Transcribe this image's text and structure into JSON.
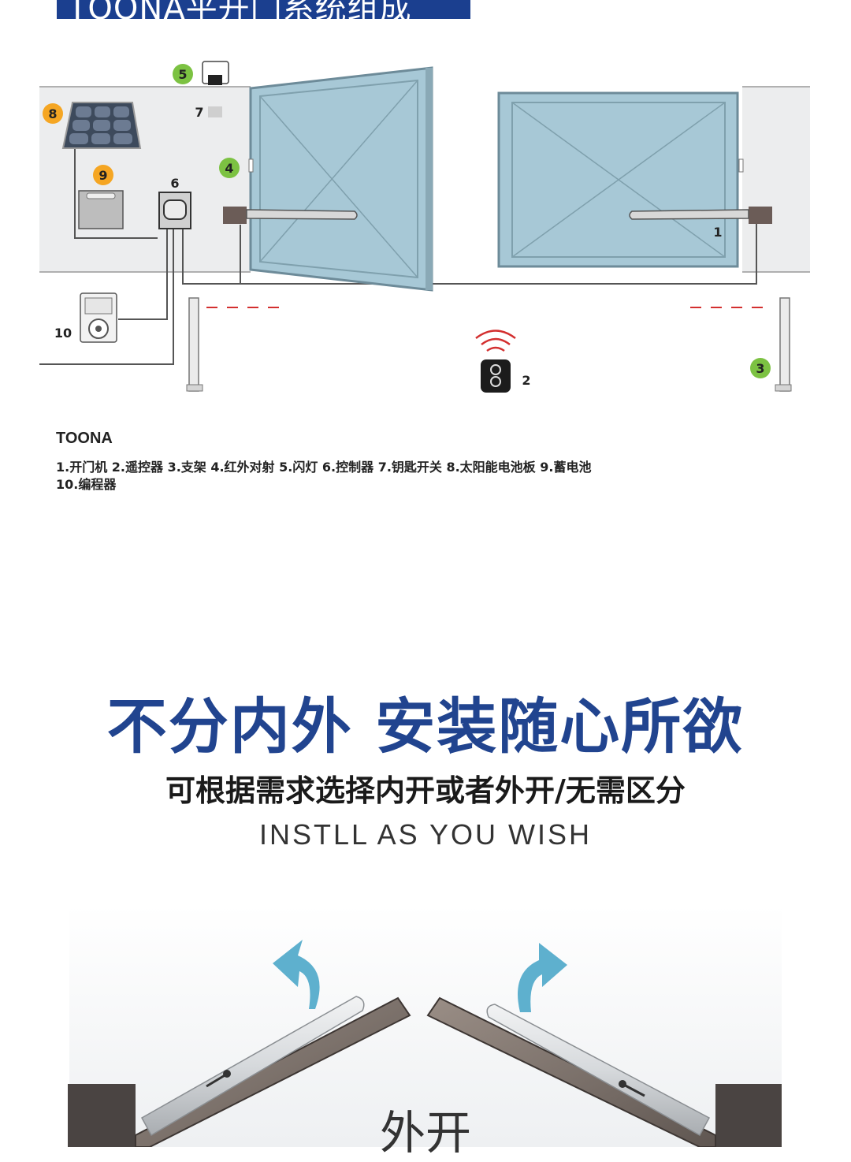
{
  "header": {
    "title": "TOONA平开门系统组成"
  },
  "diagram": {
    "markers": {
      "m1": "1",
      "m2": "2",
      "m3": "3",
      "m4": "4",
      "m5": "5",
      "m6": "6",
      "m7": "7",
      "m8": "8",
      "m9": "9",
      "m10": "10"
    },
    "colors": {
      "green_marker": "#7cc242",
      "orange_marker": "#f5a623",
      "gate_glass": "#a7c8d6",
      "wall": "#ecedee"
    }
  },
  "legend": {
    "brand": "TOONA",
    "line1": "1.开门机  2.遥控器  3.支架  4.红外对射  5.闪灯  6.控制器  7.钥匙开关  8.太阳能电池板 9.蓄电池",
    "line2": "10.编程器"
  },
  "promo": {
    "headline": "不分内外 安装随心所欲",
    "subline": "可根据需求选择内开或者外开/无需区分",
    "english": "INSTLL  AS  YOU WISH",
    "caption": "外开",
    "colors": {
      "headline": "#21448f",
      "arrow": "#4da7c9"
    }
  }
}
